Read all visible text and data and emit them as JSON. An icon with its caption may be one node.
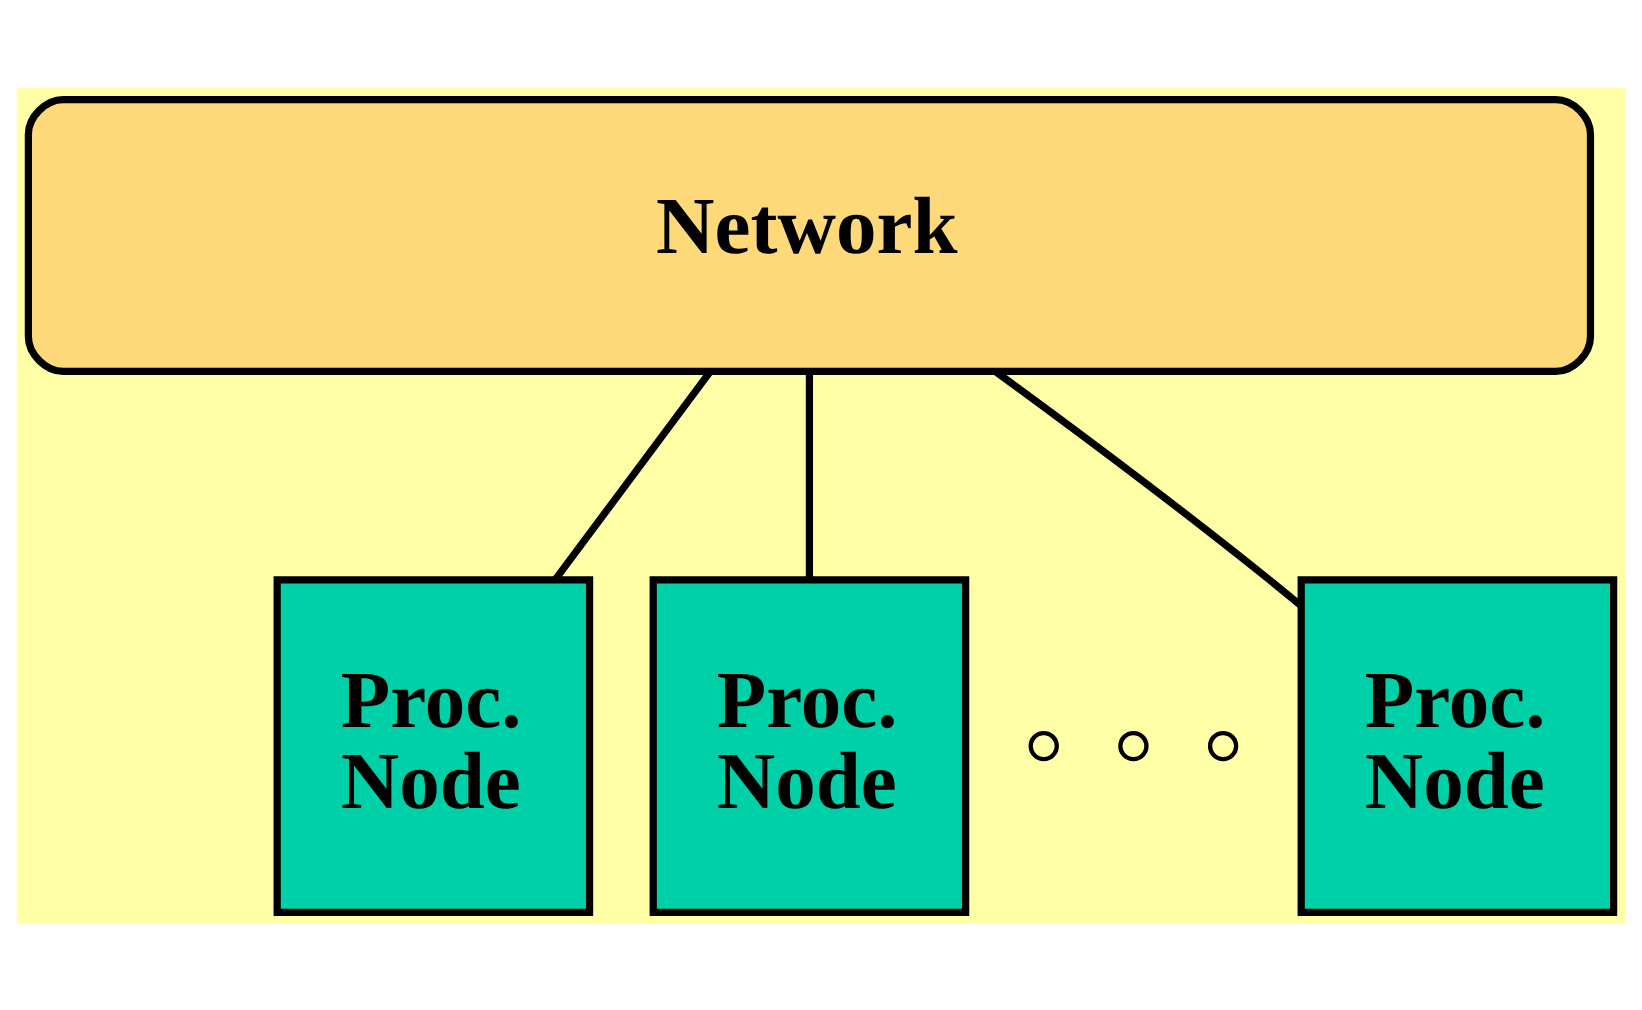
{
  "diagram": {
    "nodes": [
      {
        "text": [
          "Network"
        ]
      },
      {
        "text": [
          "Proc. Node"
        ]
      },
      {
        "text": [
          "Proc. Node"
        ]
      },
      {
        "text": [
          "Proc. Node"
        ]
      }
    ],
    "edges": [
      {
        "from": 0,
        "to": 1,
        "arrow": "none"
      },
      {
        "from": 0,
        "to": 2,
        "arrow": "none"
      },
      {
        "from": 0,
        "to": 3,
        "arrow": "none"
      }
    ]
  }
}
